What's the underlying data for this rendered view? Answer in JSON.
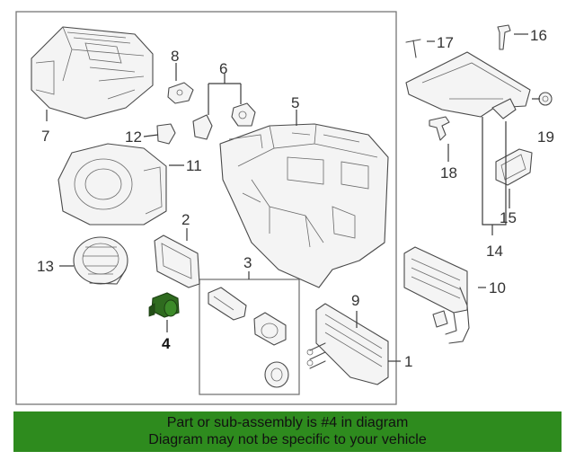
{
  "callouts": {
    "c1": "1",
    "c2": "2",
    "c3": "3",
    "c4": "4",
    "c5": "5",
    "c6": "6",
    "c7": "7",
    "c8": "8",
    "c9": "9",
    "c10": "10",
    "c11": "11",
    "c12": "12",
    "c13": "13",
    "c14": "14",
    "c15": "15",
    "c16": "16",
    "c17": "17",
    "c18": "18",
    "c19": "19"
  },
  "highlight_part": "4",
  "colors": {
    "banner": "#2e8b1e",
    "highlight_part": "#2f6b1f",
    "line": "#4a4a4a"
  },
  "banner": {
    "line1": "Part or sub-assembly is #4 in diagram",
    "line2": "Diagram may not be specific to your vehicle"
  }
}
